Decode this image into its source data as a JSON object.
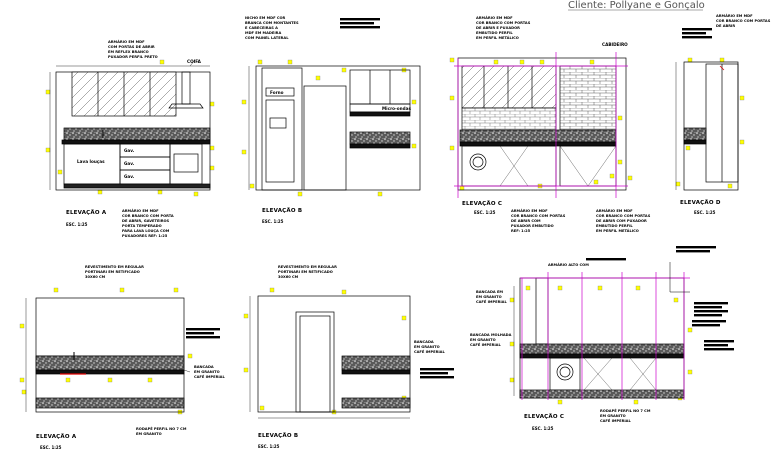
{
  "header": {
    "client": "Cliente: Pollyane e Gonçalo"
  },
  "top_row": [
    {
      "title": "ELEVAÇÃO A",
      "scale": "ESC. 1:25",
      "notes": [
        "ARMÁRIO EM MDF",
        "COM PORTAS DE ABRIR",
        "EM REFLEX BRANCO",
        "PUXADOR PERFIL PRETO"
      ],
      "notes_bottom": [
        "ARMÁRIO EM MDF",
        "COR BRANCO COM PORTA",
        "DE ABRIR, GAVETEIROS",
        "PORTA TEMPERADO",
        "PARA LAVA LOUÇA COM",
        "PUXADORES REF: 1:25"
      ],
      "labels": [
        "COIFA",
        "Lava louças",
        "Gav.",
        "Gav.",
        "Gav."
      ]
    },
    {
      "title": "ELEVAÇÃO B",
      "scale": "ESC. 1:25",
      "notes": [
        "NICHO EM MDF COR",
        "BRANCA COM MONTANTES",
        "E CABECEIRAS A",
        "MDF EM MADEIRA",
        "COM PAINEL LATERAL"
      ],
      "labels": [
        "Forno",
        "Micro-ondas"
      ]
    },
    {
      "title": "ELEVAÇÃO C",
      "scale": "ESC. 1:25",
      "notes": [
        "ARMÁRIO EM MDF",
        "COR BRANCO COM PORTAS",
        "DE ABRIR E PUXADOR",
        "EMBUTIDO PERFIL",
        "EM PERFIL METÁLICO"
      ],
      "notes_bottom": [
        "ARMÁRIO EM MDF",
        "COR BRANCO COM PORTAS",
        "DE ABRIR COM",
        "PUXADOR EMBUTIDO",
        "REF: 1:25"
      ],
      "notes_bottom2": [
        "ARMÁRIO EM MDF",
        "COR BRANCO COM PORTAS",
        "DE ABRIR COM PUXADOR",
        "EMBUTIDO PERFIL",
        "EM PERFIL METÁLICO"
      ],
      "labels": [
        "CABIDEIRO"
      ]
    },
    {
      "title": "ELEVAÇÃO D",
      "scale": "ESC. 1:25",
      "notes": [
        "ARMÁRIO EM MDF",
        "COR BRANCO COM PORTAS",
        "DE ABRIR"
      ]
    }
  ],
  "bottom_row": [
    {
      "title": "ELEVAÇÃO A",
      "scale": "ESC. 1:25",
      "notes": [
        "REVESTIMENTO EM REGULAR",
        "PORTINARI EM RETIFICADO",
        "30X60 CM"
      ],
      "notes_right": [
        "BANCADA",
        "EM GRANITO",
        "CAFÉ IMPERIAL"
      ],
      "notes_bottom": [
        "RODAPÉ PERFIL NO 7 CM",
        "EM GRANITO"
      ]
    },
    {
      "title": "ELEVAÇÃO B",
      "scale": "ESC. 1:25",
      "notes": [
        "REVESTIMENTO EM REGULAR",
        "PORTINARI EM RETIFICADO",
        "30X60 CM"
      ],
      "notes_right": [
        "BANCADA",
        "EM GRANITO",
        "CAFÉ IMPERIAL"
      ]
    },
    {
      "title": "ELEVAÇÃO C",
      "scale": "ESC. 1:25",
      "notes_top": [
        "ARMÁRIO ALTO COM"
      ],
      "notes_left": [
        "BANCADA EM",
        "EM GRANITO",
        "CAFÉ IMPERIAL"
      ],
      "notes_left2": [
        "BANCADA MOLHADA",
        "EM GRANITO",
        "CAFÉ IMPERIAL"
      ],
      "notes_bottom": [
        "RODAPÉ PERFIL NO 7 CM",
        "EM GRANITO",
        "CAFÉ IMPERIAL"
      ]
    }
  ],
  "colors": {
    "line": "#000000",
    "dimension_marker": "#ffff00",
    "accent_magenta": "#cc00cc",
    "accent_red": "#e00000",
    "granite": "#444444"
  }
}
